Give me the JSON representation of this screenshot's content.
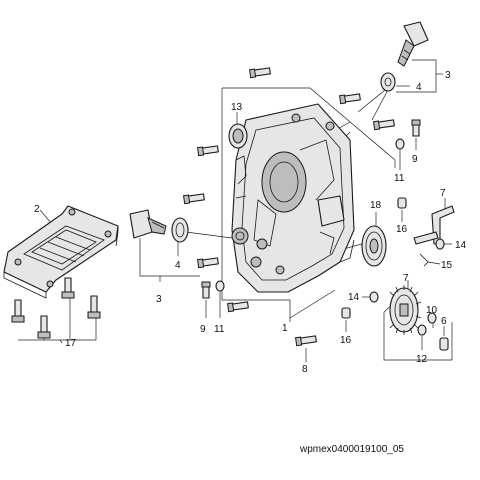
{
  "diagram": {
    "reference_code": "wpmex0400019100_05",
    "callouts": [
      {
        "id": "c1",
        "label": "1"
      },
      {
        "id": "c2",
        "label": "2"
      },
      {
        "id": "c3a",
        "label": "3"
      },
      {
        "id": "c3b",
        "label": "3"
      },
      {
        "id": "c4a",
        "label": "4"
      },
      {
        "id": "c4b",
        "label": "4"
      },
      {
        "id": "c6",
        "label": "6"
      },
      {
        "id": "c7a",
        "label": "7"
      },
      {
        "id": "c7b",
        "label": "7"
      },
      {
        "id": "c8",
        "label": "8"
      },
      {
        "id": "c9a",
        "label": "9"
      },
      {
        "id": "c9b",
        "label": "9"
      },
      {
        "id": "c10",
        "label": "10"
      },
      {
        "id": "c11a",
        "label": "11"
      },
      {
        "id": "c11b",
        "label": "11"
      },
      {
        "id": "c12",
        "label": "12"
      },
      {
        "id": "c13",
        "label": "13"
      },
      {
        "id": "c14a",
        "label": "14"
      },
      {
        "id": "c14b",
        "label": "14"
      },
      {
        "id": "c15",
        "label": "15"
      },
      {
        "id": "c16a",
        "label": "16"
      },
      {
        "id": "c16b",
        "label": "16"
      },
      {
        "id": "c17",
        "label": "17"
      },
      {
        "id": "c18",
        "label": "18"
      }
    ]
  }
}
